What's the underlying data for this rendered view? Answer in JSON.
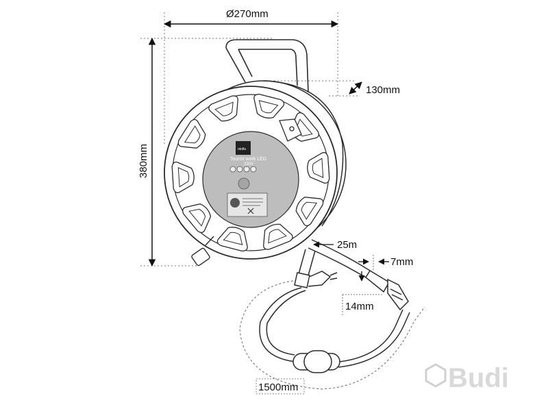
{
  "dimensions": {
    "diameter": "Ø270mm",
    "height": "380mm",
    "depth": "130mm",
    "cable_length": "25m",
    "cable_thickness": "7mm",
    "connector_diameter": "14mm",
    "lead_length": "1500mm"
  },
  "reel_label": {
    "brand": "otolla",
    "line1": "Tourist work LED",
    "line2": "230V"
  },
  "watermark": {
    "text": "Budi"
  },
  "colors": {
    "line": "#2a2a2a",
    "hub": "#bdbdbd",
    "dimension_dash": "#555555",
    "watermark": "#d9d9d9"
  }
}
